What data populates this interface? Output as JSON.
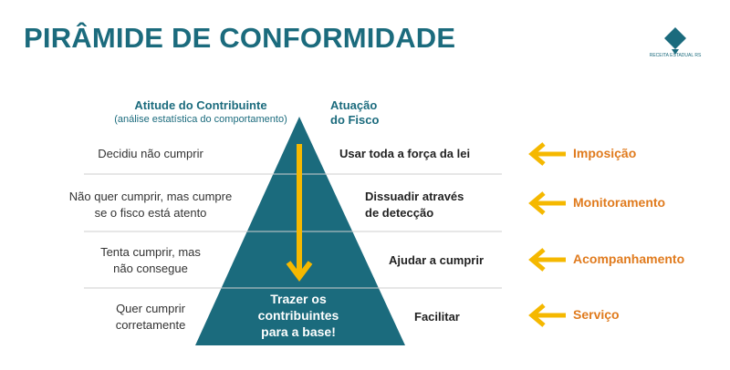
{
  "title": "PIRÂMIDE DE CONFORMIDADE",
  "logo_text": "RECEITA ESTADUAL RS",
  "headers": {
    "left_title": "Atitude do Contribuinte",
    "left_subtitle": "(análise estatística do comportamento)",
    "right_line1": "Atuação",
    "right_line2": "do Fisco"
  },
  "rows": [
    {
      "attitude": "Decidiu não cumprir",
      "attitude_line2": "",
      "action": "Usar toda a força da lei",
      "action_line2": "",
      "level": "Imposição"
    },
    {
      "attitude": "Não quer cumprir, mas cumpre",
      "attitude_line2": "se o fisco está atento",
      "action": "Dissuadir através",
      "action_line2": "de detecção",
      "level": "Monitoramento"
    },
    {
      "attitude": "Tenta cumprir, mas",
      "attitude_line2": "não consegue",
      "action": "Ajudar a cumprir",
      "action_line2": "",
      "level": "Acompanhamento"
    },
    {
      "attitude": "Quer cumprir",
      "attitude_line2": "corretamente",
      "action": "Facilitar",
      "action_line2": "",
      "level": "Serviço"
    }
  ],
  "base_text": {
    "line1": "Trazer os",
    "line2": "contribuintes",
    "line3": "para a base!"
  },
  "colors": {
    "pyramid": "#1b6b7d",
    "arrow": "#f5b800",
    "level_text": "#e07b1e",
    "title": "#1b6b7d"
  }
}
